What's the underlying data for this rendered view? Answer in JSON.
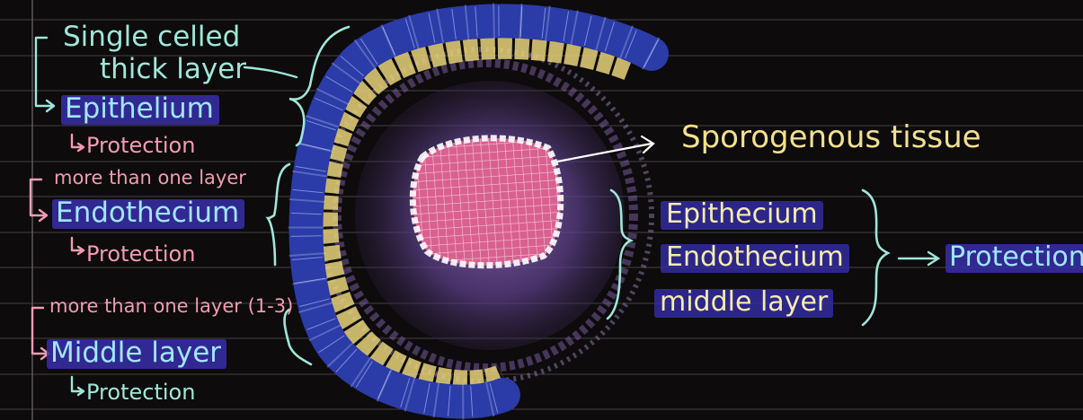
{
  "left_labels": {
    "epithelium_note_1": "Single celled",
    "epithelium_note_2": "thick layer",
    "epithelium": "Epithelium",
    "epithelium_function": "Protection",
    "endothecium_note": "more than one layer",
    "endothecium": "Endothecium",
    "endothecium_function": "Protection",
    "middle_note": "more than one layer (1-3)",
    "middle_layer": "Middle layer",
    "middle_function": "Protection"
  },
  "right_labels": {
    "sporogenous": "Sporogenous tissue",
    "list": [
      "Epithecium",
      "Endothecium",
      "middle layer"
    ],
    "protection": "Protection"
  },
  "colors": {
    "background": "#0d0b0c",
    "cyan_ink": "#9fe6d9",
    "pink_ink": "#f29bb2",
    "yellow_ink": "#f2e08c",
    "highlight": "#3a2eaa",
    "epidermis_blue": "#2b3ba8",
    "endothecium_yellow": "#e8d27a",
    "tapetum_purple": "#6a4a9a",
    "sporogenous_pink": "#e37aa6"
  }
}
